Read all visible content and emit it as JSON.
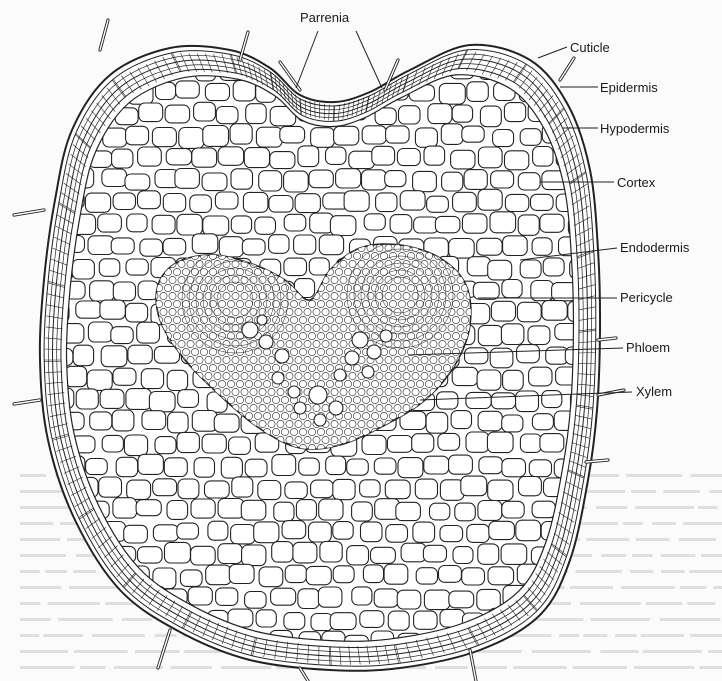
{
  "diagram": {
    "labels": {
      "passage": "Parrenia",
      "cuticle": "Cuticle",
      "epidermis": "Epidermis",
      "hypodermis": "Hypodermis",
      "cortex": "Cortex",
      "endodermis": "Endodermis",
      "pericycle": "Pericycle",
      "phloem": "Phloem",
      "xylem": "Xylem"
    }
  },
  "colors": {
    "ink": "#222222",
    "paper": "#fbfbfb",
    "cell": "#ffffff"
  }
}
